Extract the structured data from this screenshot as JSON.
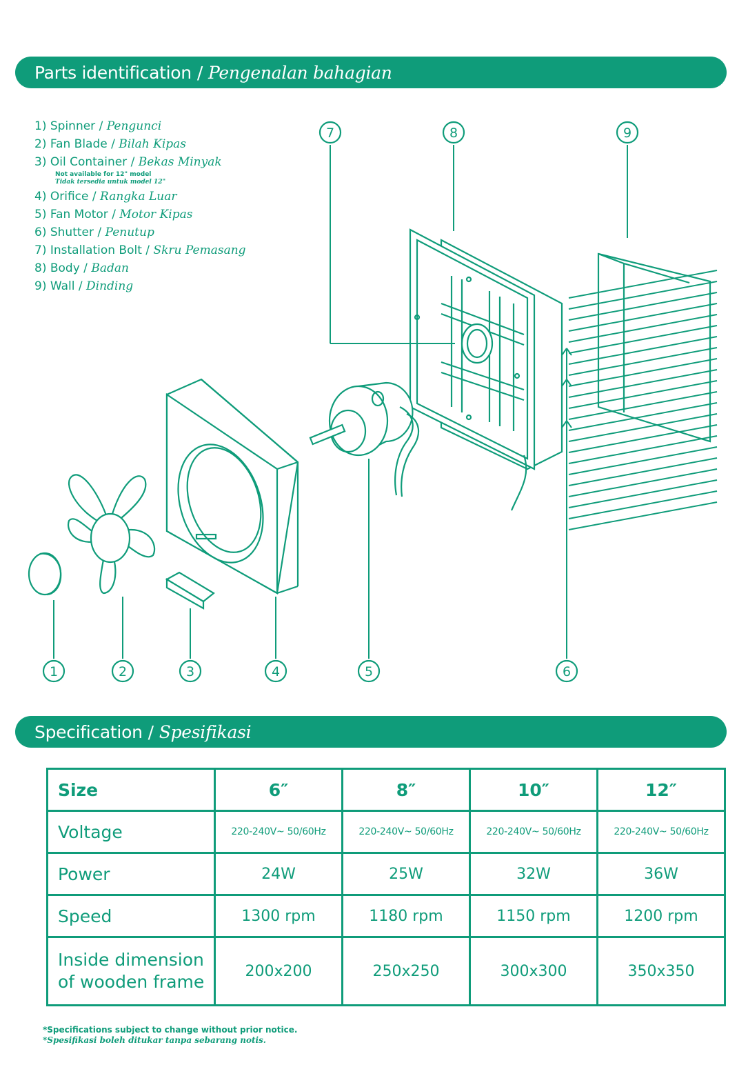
{
  "parts_banner": {
    "en": "Parts identification",
    "sep": "/",
    "ms": "Pengenalan bahagian"
  },
  "parts": [
    {
      "num": "1)",
      "en": "Spinner",
      "ms": "Pengunci"
    },
    {
      "num": "2)",
      "en": "Fan Blade",
      "ms": "Bilah Kipas"
    },
    {
      "num": "3)",
      "en": "Oil Container",
      "ms": "Bekas Minyak"
    },
    {
      "num": "4)",
      "en": "Orifice",
      "ms": "Rangka Luar"
    },
    {
      "num": "5)",
      "en": "Fan Motor",
      "ms": "Motor Kipas"
    },
    {
      "num": "6)",
      "en": "Shutter",
      "ms": "Penutup"
    },
    {
      "num": "7)",
      "en": "Installation Bolt",
      "ms": "Skru Pemasang"
    },
    {
      "num": "8)",
      "en": "Body",
      "ms": "Badan"
    },
    {
      "num": "9)",
      "en": "Wall",
      "ms": "Dinding"
    }
  ],
  "oil_note": {
    "en": "Not available for 12\" model",
    "ms": "Tidak tersedia untuk model 12\""
  },
  "callouts": [
    "1",
    "2",
    "3",
    "4",
    "5",
    "6",
    "7",
    "8",
    "9"
  ],
  "spec_banner": {
    "en": "Specification",
    "sep": "/",
    "ms": "Spesifikasi"
  },
  "spec_table": {
    "header": {
      "label": "Size",
      "cols": [
        "6″",
        "8″",
        "10″",
        "12″"
      ]
    },
    "rows": [
      {
        "label": "Voltage",
        "values": [
          "220-240V~ 50/60Hz",
          "220-240V~ 50/60Hz",
          "220-240V~ 50/60Hz",
          "220-240V~ 50/60Hz"
        ]
      },
      {
        "label": "Power",
        "values": [
          "24W",
          "25W",
          "32W",
          "36W"
        ]
      },
      {
        "label": "Speed",
        "values": [
          "1300 rpm",
          "1180 rpm",
          "1150 rpm",
          "1200 rpm"
        ]
      },
      {
        "label_line1": "Inside dimension",
        "label_line2": "of wooden frame",
        "values": [
          "200x200",
          "250x250",
          "300x300",
          "350x350"
        ]
      }
    ]
  },
  "footnote": {
    "en": "*Specifications subject to change without prior notice.",
    "ms": "*Spesifikasi boleh ditukar tanpa sebarang notis."
  },
  "colors": {
    "brand_green": "#0f9c7a",
    "banner_text": "#ffffff"
  }
}
